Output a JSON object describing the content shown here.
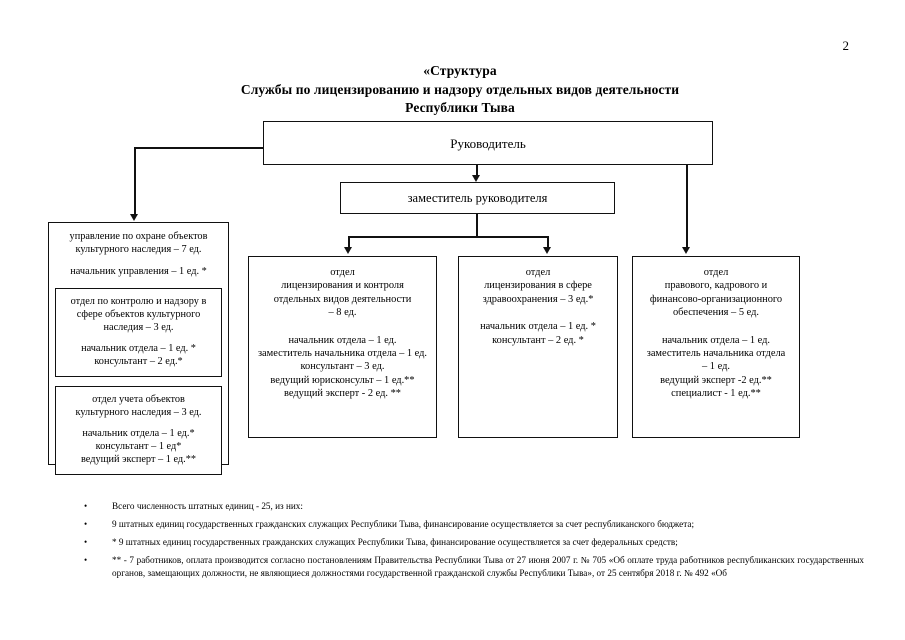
{
  "page": {
    "number": "2"
  },
  "title": {
    "line1": "«Структура",
    "line2": "Службы по лицензированию и надзору отдельных видов деятельности",
    "line3": "Республики Тыва"
  },
  "org": {
    "head": {
      "label": "Руководитель"
    },
    "deputy": {
      "label": "заместитель руководителя"
    },
    "heritage_dept": {
      "title": "управление по охране объектов\nкультурного наследия – 7 ед.",
      "staff": "начальник управления – 1 ед. *",
      "sub_units": [
        {
          "title": "отдел по контролю и надзору в\nсфере объектов культурного\nнаследия – 3 ед.",
          "staff": "начальник отдела – 1 ед. *\nконсультант – 2 ед.*"
        },
        {
          "title": "отдел учета объектов\nкультурного наследия – 3 ед.",
          "staff": "начальник отдела – 1 ед.*\nконсультант – 1 ед*\nведущий эксперт – 1 ед.**"
        }
      ]
    },
    "licensing_control": {
      "title": "отдел\nлицензирования и контроля\nотдельных видов деятельности\n– 8 ед.",
      "staff": "начальник отдела – 1 ед.\nзаместитель начальника отдела – 1 ед.\nконсультант – 3 ед.\nведущий юрисконсульт – 1 ед.**\nведущий эксперт - 2 ед. **"
    },
    "health_licensing": {
      "title": "отдел\nлицензирования в сфере\nздравоохранения – 3 ед.*",
      "staff": "начальник отдела – 1 ед. *\nконсультант – 2 ед. *"
    },
    "legal_hr_finance": {
      "title": "отдел\nправового, кадрового и\nфинансово-организационного\nобеспечения – 5 ед.",
      "staff": "начальник отдела – 1 ед.\nзаместитель начальника отдела\n– 1 ед.\nведущий эксперт -2 ед.**\nспециалист - 1 ед.**"
    }
  },
  "notes": {
    "bullet": "•",
    "items": [
      "Всего численность штатных единиц - 25, из них:",
      "9 штатных единиц государственных гражданских служащих Республики Тыва, финансирование осуществляется за счет республиканского бюджета;",
      "* 9 штатных единиц государственных гражданских служащих Республики Тыва, финансирование осуществляется за счет федеральных средств;",
      "** - 7 работников, оплата производится согласно постановлениям Правительства Республики Тыва от 27 июня 2007 г. № 705 «Об оплате труда работников республиканских государственных органов, замещающих должности, не являющиеся должностями государственной гражданской службы Республики Тыва», от 25 сентября 2018 г. № 492 «Об"
    ]
  }
}
